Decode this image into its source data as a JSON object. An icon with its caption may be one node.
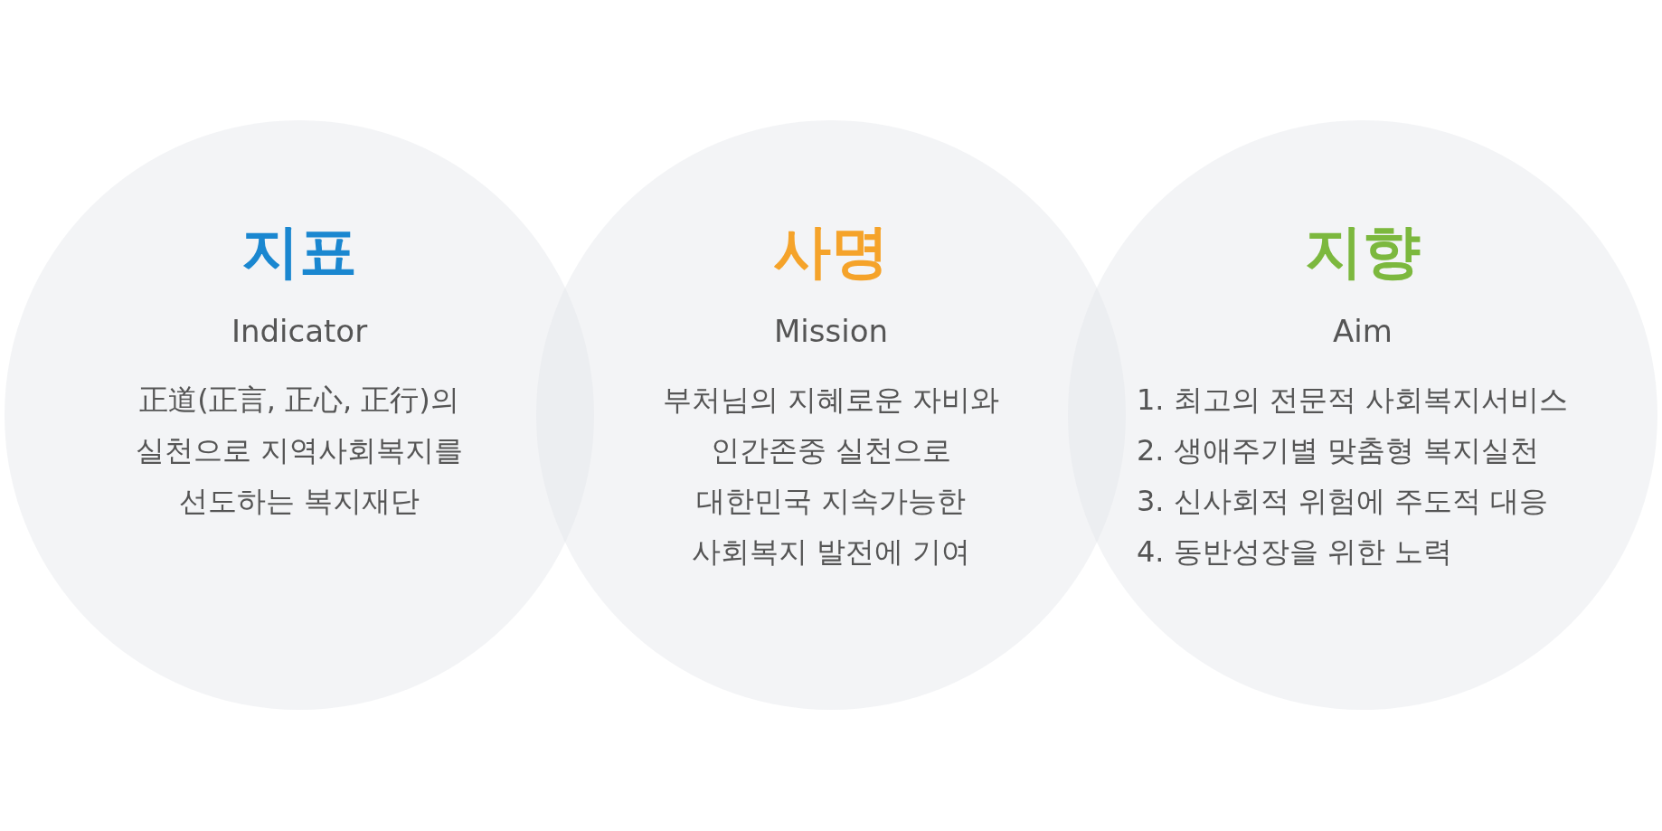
{
  "diagram": {
    "nodes": [
      {
        "text": [
          "지표",
          "Indicator",
          "正道(正言, 正心, 正行)의 실천으로 지역사회복지를 선도하는 복지재단"
        ]
      },
      {
        "text": [
          "사명",
          "Mission",
          "부처님의 지혜로운 자비와 인간존중 실천으로 대한민국 지속가능한 사회복지 발전에 기여"
        ]
      },
      {
        "text": [
          "지향",
          "Aim",
          "1. 최고의 전문적 사회복지서비스",
          "2. 생애주기별 맞춤형 복지실천",
          "3. 신사회적 위험에 주도적 대응",
          "4. 동반성장을 위한 노력"
        ]
      }
    ]
  }
}
